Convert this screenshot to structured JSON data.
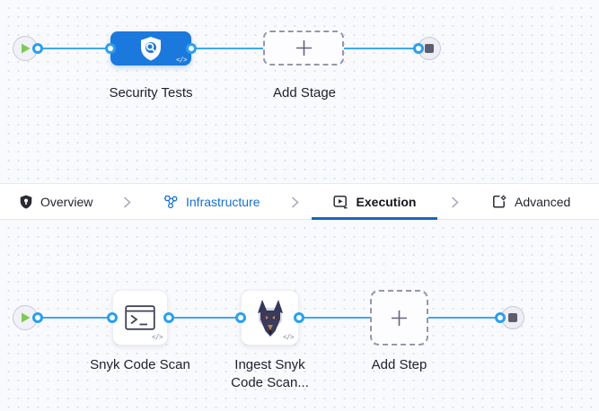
{
  "colors": {
    "canvas_bg": "#f9fafd",
    "grid_dot": "#dbdeea",
    "connector_blue": "#3fa8f0",
    "stage_node_blue": "#1b78dc",
    "tab_active_underline": "#1766c2",
    "infrastructure_link_blue": "#1670cf",
    "label_text": "#202130",
    "play_green": "#7ccb54",
    "stop_gray": "#5c5d6f"
  },
  "stage_pipeline": {
    "start_icon": "play-icon",
    "stage_name": "Security Tests",
    "stage_icon": "shield-scan-icon",
    "stage_code_toggle": "</>",
    "add_stage_label": "Add Stage",
    "add_stage_icon": "plus-icon",
    "end_icon": "stop-icon"
  },
  "tabs": {
    "separator_icon": "chevron-right-icon",
    "items": [
      {
        "label": "Overview",
        "icon": "shield-overview-icon",
        "active": false
      },
      {
        "label": "Infrastructure",
        "icon": "infrastructure-molecule-icon",
        "active": false
      },
      {
        "label": "Execution",
        "icon": "execution-run-icon",
        "active": true
      },
      {
        "label": "Advanced",
        "icon": "advanced-settings-icon",
        "active": false
      }
    ]
  },
  "step_pipeline": {
    "start_icon": "play-icon",
    "steps": [
      {
        "name": "Snyk Code Scan",
        "icon": "terminal-icon",
        "code_toggle": "</>"
      },
      {
        "name_line1": "Ingest Snyk",
        "name_line2": "Code Scan...",
        "icon": "snyk-dog-icon",
        "code_toggle": "</>"
      }
    ],
    "add_step_label": "Add Step",
    "add_step_icon": "plus-icon",
    "end_icon": "stop-icon"
  }
}
